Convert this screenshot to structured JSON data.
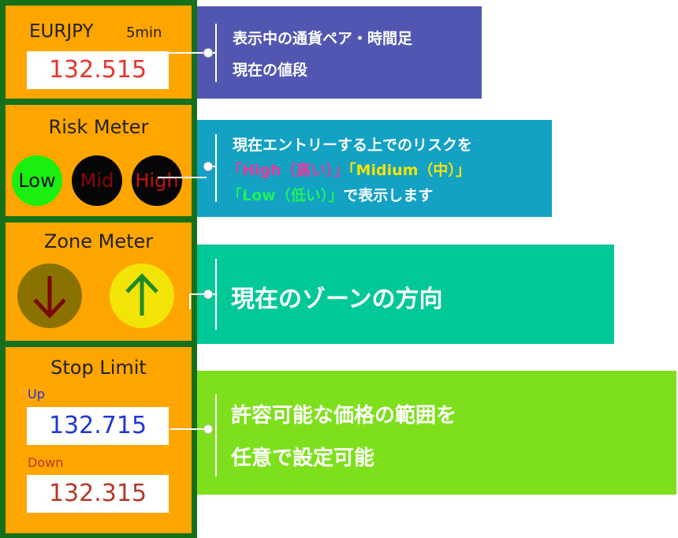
{
  "indicator": {
    "pair": "EURJPY",
    "timeframe": "5min",
    "price": "132.515",
    "risk_meter": {
      "title": "Risk Meter",
      "levels": [
        "Low",
        "Mid",
        "High"
      ],
      "active": "Low"
    },
    "zone_meter": {
      "title": "Zone Meter",
      "down_icon": "arrow-down-icon",
      "up_icon": "arrow-up-icon"
    },
    "stop_limit": {
      "title": "Stop Limit",
      "up_label": "Up",
      "up_value": "132.715",
      "down_label": "Down",
      "down_value": "132.315"
    }
  },
  "callouts": {
    "pair_price": {
      "line1": "表示中の通貨ペア・時間足",
      "line2": "現在の値段"
    },
    "risk": {
      "line1": "現在エントリーする上でのリスクを",
      "high": "「High（高い）」",
      "mid": "「Midium（中）」",
      "low": "「Low（低い）」",
      "line3_tail": "で表示します"
    },
    "zone": {
      "text": "現在のゾーンの方向"
    },
    "stop": {
      "line1": "許容可能な価格の範囲を",
      "line2": "任意で設定可能"
    }
  },
  "colors": {
    "panel_border": "#16701a",
    "panel_bg": "#ffa500",
    "price": "#e8352c",
    "up": "#1f38d6",
    "down": "#b23a2a",
    "callout_pair": "#5157b0",
    "callout_risk": "#13a1c4",
    "callout_zone": "#00c896",
    "callout_stop": "#7ee01c"
  }
}
